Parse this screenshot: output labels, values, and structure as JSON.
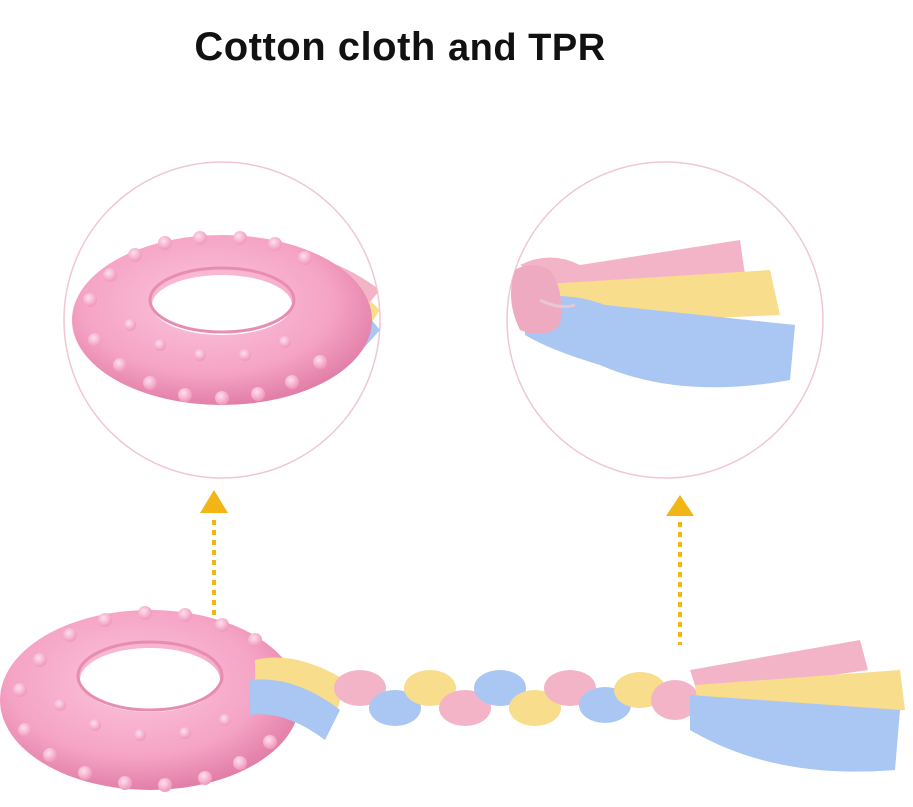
{
  "headline": {
    "part1": "Cotton cloth",
    "part2": "and TPR"
  },
  "colors": {
    "tpr_pink": "#f7a9c8",
    "tpr_pink_shadow": "#e985ad",
    "cloth_pink": "#f4b4c8",
    "cloth_yellow": "#f7dd8c",
    "cloth_blue": "#a9c7f2",
    "circle_outline": "#f0c6d3",
    "arrow": "#f2b516"
  },
  "callouts": [
    {
      "name": "tpr-ring-closeup"
    },
    {
      "name": "cotton-tassel-closeup"
    }
  ]
}
